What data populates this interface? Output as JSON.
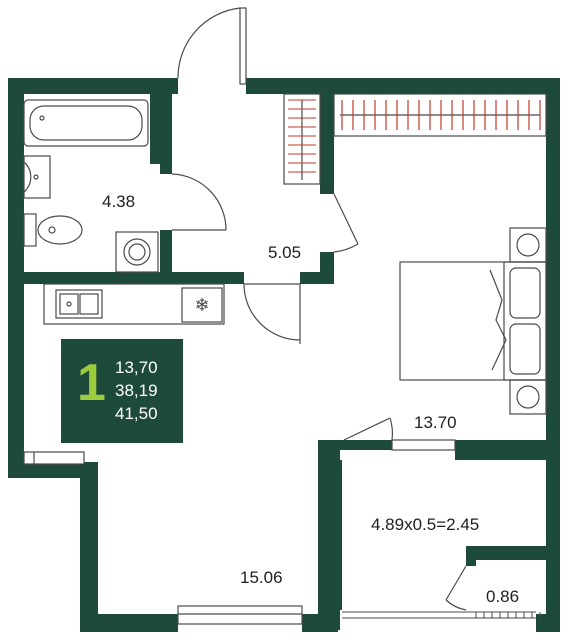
{
  "colors": {
    "wall": "#1e4a3b",
    "fixture": "#4a4a4a",
    "badge_bg": "#1e4a3b",
    "badge_accent": "#9ccc3c",
    "badge_text": "#ffffff",
    "room_text": "#1f1f1f"
  },
  "rooms": {
    "bathroom": "4.38",
    "hallway": "5.05",
    "bedroom": "13.70",
    "living": "15.06",
    "balcony": "4.89x0.5=2.45",
    "storage": "0.86"
  },
  "badge": {
    "rooms_count": "1",
    "living_area": "13,70",
    "total_area": "38,19",
    "total_with_balcony": "41,50"
  },
  "icons": [
    "bathtub-icon",
    "sink-icon",
    "toilet-icon",
    "washing-machine-icon",
    "kitchen-sink-icon",
    "stove-icon",
    "bed-icon",
    "wardrobe-icon"
  ]
}
